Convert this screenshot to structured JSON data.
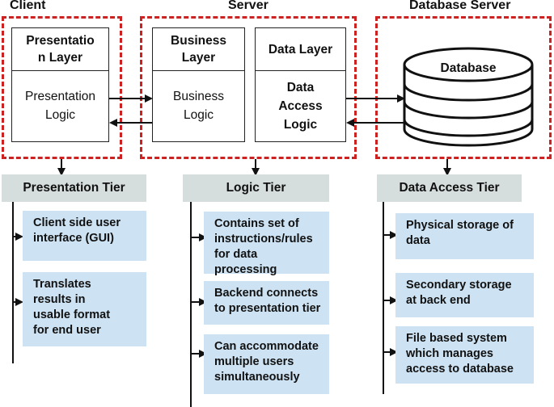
{
  "headers": {
    "client": "Client",
    "server": "Server",
    "database_server": "Database Server"
  },
  "panels": {
    "presentation_layer": {
      "title": "Presentatio\nn Layer",
      "body": "Presentation\nLogic"
    },
    "business_layer": {
      "title": "Business\nLayer",
      "body": "Business\nLogic"
    },
    "data_layer": {
      "title": "Data Layer",
      "body": "Data\nAccess\nLogic"
    }
  },
  "database": {
    "label": "Database"
  },
  "tiers": {
    "presentation": {
      "title": "Presentation Tier",
      "items": [
        "Client side user\ninterface (GUI)",
        "Translates\nresults in\nusable format\nfor end user"
      ]
    },
    "logic": {
      "title": "Logic Tier",
      "items": [
        "Contains set of\ninstructions/rules\nfor data processing",
        "Backend connects\nto presentation tier",
        "Can accommodate\nmultiple users\nsimultaneously"
      ]
    },
    "data_access": {
      "title": "Data Access Tier",
      "items": [
        "Physical storage of\ndata",
        "Secondary storage\nat back end",
        "File based system\nwhich manages\naccess to database"
      ]
    }
  },
  "colors": {
    "dashed_border": "#cc2222",
    "tier_header_bg": "#d6dedd",
    "card_bg": "#cde3f3",
    "line": "#111111"
  }
}
